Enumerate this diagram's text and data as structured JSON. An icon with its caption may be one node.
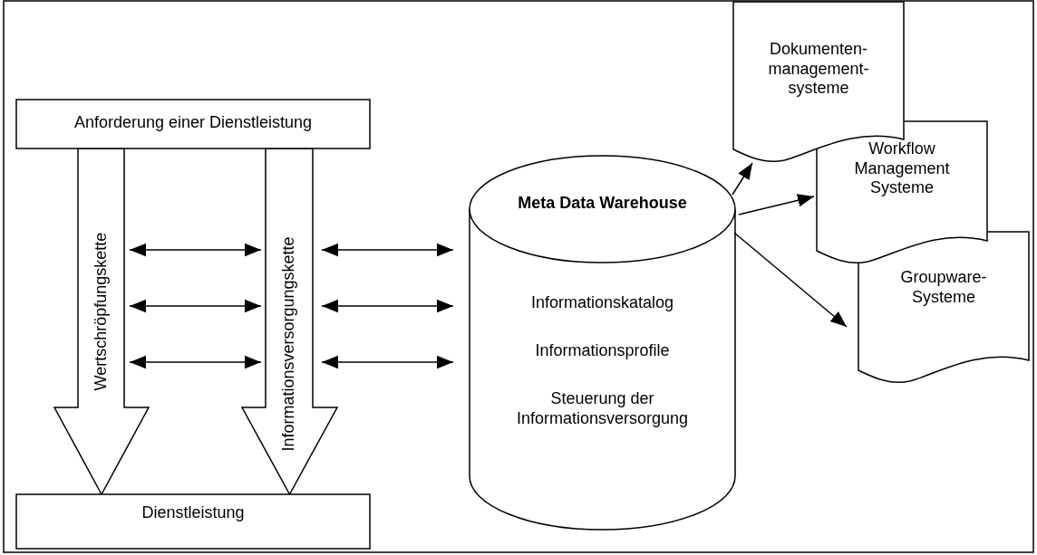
{
  "diagram": {
    "nodes": [
      {
        "text": [
          "Anforderung einer Dienstleistung"
        ]
      },
      {
        "text": [
          "Wertschröpfungskette"
        ]
      },
      {
        "text": [
          "Informationsversorgungskette"
        ]
      },
      {
        "text": [
          "Dienstleistung"
        ]
      },
      {
        "text": [
          "Meta Data Warehouse",
          "Informationskatalog",
          "Informationsprofile",
          "Steuerung der Informationsversorgung"
        ]
      },
      {
        "text": [
          "Dokumenten-management-systeme"
        ]
      },
      {
        "text": [
          "Workflow Management Systeme"
        ]
      },
      {
        "text": [
          "Groupware-Systeme"
        ]
      }
    ],
    "edges": [
      {
        "from": 1,
        "to": 2,
        "arrow": "both"
      },
      {
        "from": 1,
        "to": 2,
        "arrow": "both"
      },
      {
        "from": 1,
        "to": 2,
        "arrow": "both"
      },
      {
        "from": 2,
        "to": 4,
        "arrow": "both"
      },
      {
        "from": 2,
        "to": 4,
        "arrow": "both"
      },
      {
        "from": 2,
        "to": 4,
        "arrow": "both"
      },
      {
        "from": 4,
        "to": 5,
        "arrow": "to"
      },
      {
        "from": 4,
        "to": 6,
        "arrow": "to"
      },
      {
        "from": 4,
        "to": 7,
        "arrow": "to"
      },
      {
        "from": 0,
        "to": 3,
        "arrow": "to",
        "style": "thick"
      },
      {
        "from": 0,
        "to": 3,
        "arrow": "to",
        "style": "thick"
      }
    ]
  }
}
